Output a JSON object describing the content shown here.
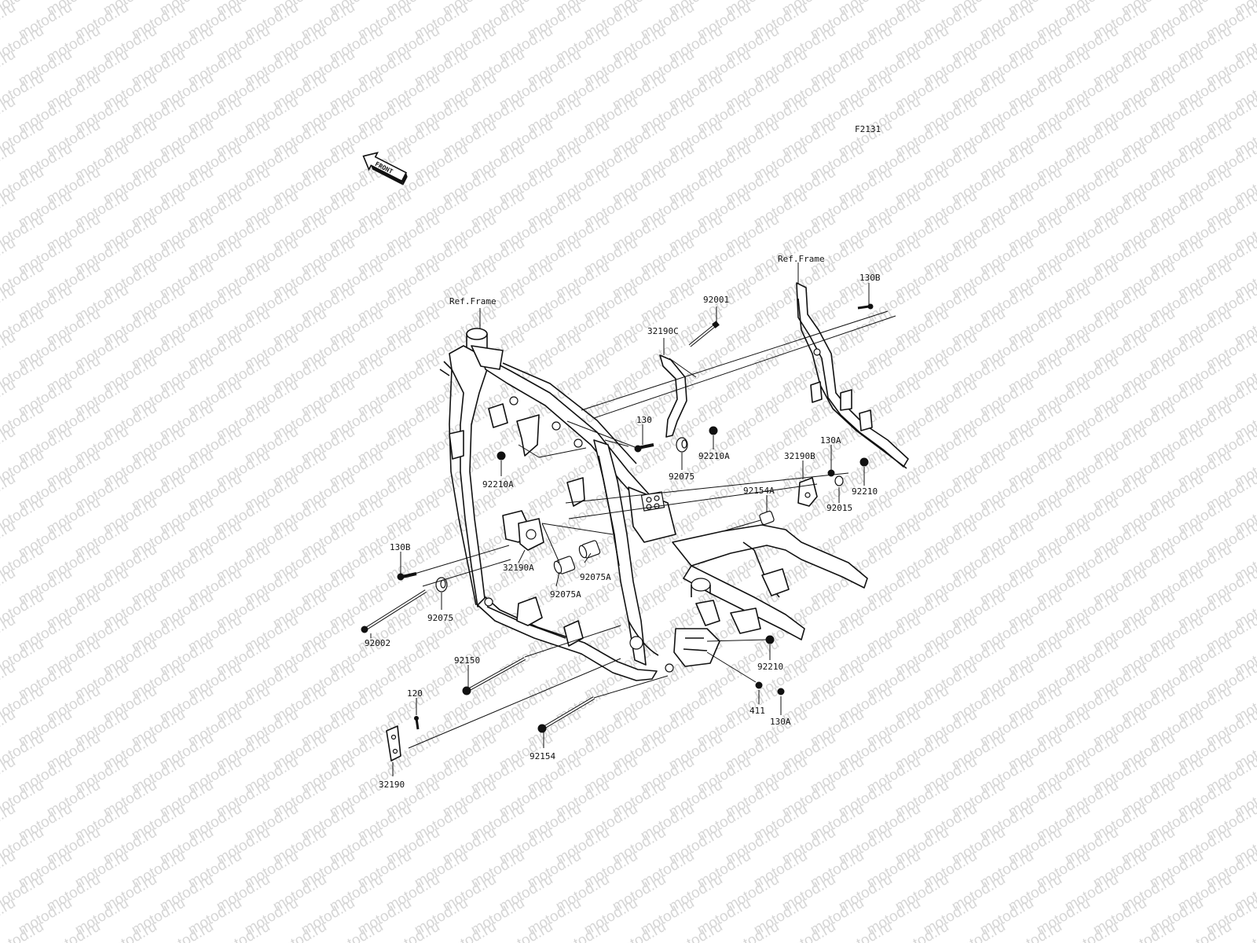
{
  "watermark": {
    "text": "motod.ru",
    "color": "#d6d6d6"
  },
  "figure_code": "F2131",
  "front_arrow": {
    "label": "FRONT"
  },
  "ref_labels": {
    "left": "Ref.Frame",
    "right": "Ref.Frame"
  },
  "parts": {
    "p92001": "92001",
    "p32190C": "32190C",
    "p130": "130",
    "p92210A_top": "92210A",
    "p92075_top": "92075",
    "p92210A_left": "92210A",
    "p130B_top": "130B",
    "p130A_top": "130A",
    "p32190B": "32190B",
    "p92154A": "92154A",
    "p92210_right": "92210",
    "p92015": "92015",
    "p130B_left": "130B",
    "p32190A": "32190A",
    "p92075A_left": "92075A",
    "p92075A_right": "92075A",
    "p92075_left": "92075",
    "p92002": "92002",
    "p92150": "92150",
    "p120": "120",
    "p92154": "92154",
    "p32190": "32190",
    "p92210_bottom": "92210",
    "p411": "411",
    "p130A_bottom": "130A"
  }
}
